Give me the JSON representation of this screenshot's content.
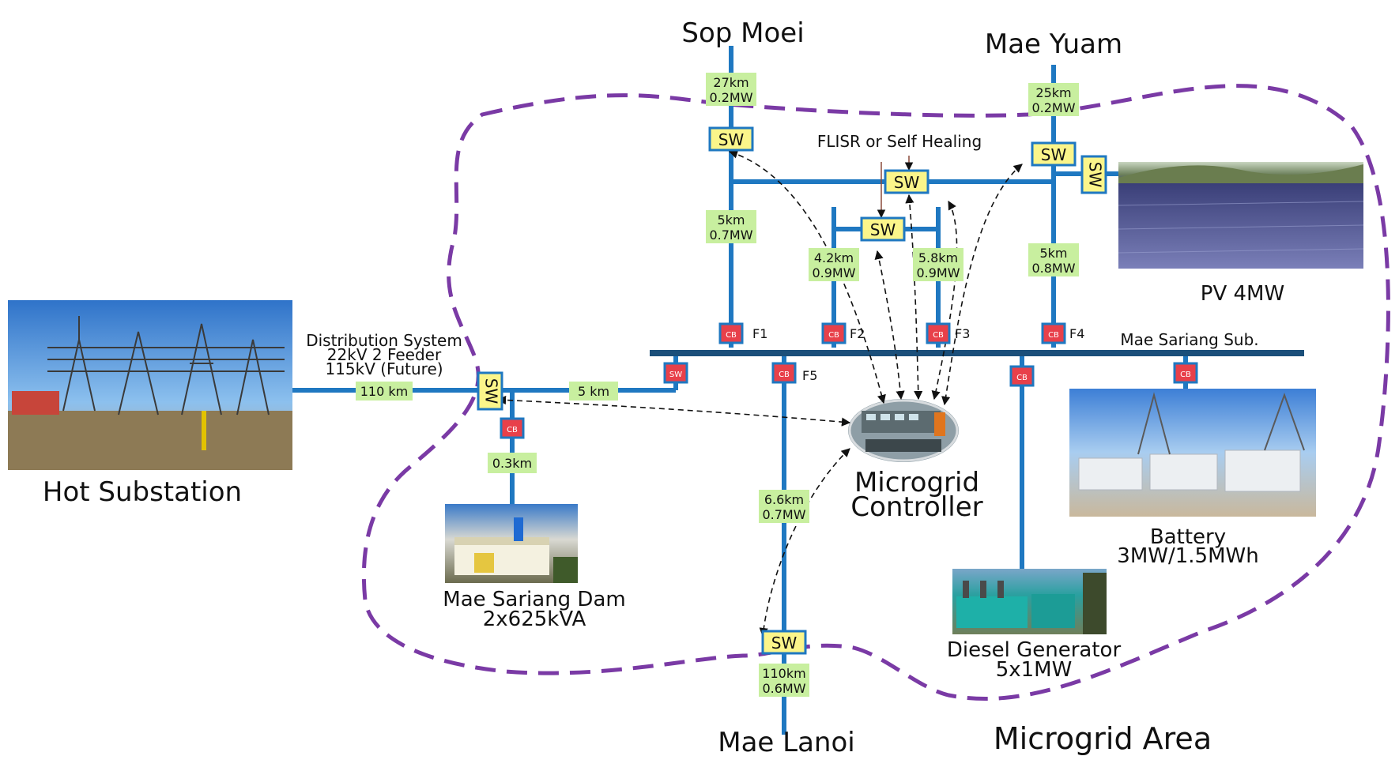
{
  "endpoints": {
    "sop_moei": "Sop Moei",
    "mae_yuam": "Mae Yuam",
    "mae_lanoi": "Mae Lanoi"
  },
  "feeder_tags": {
    "sop_moei": [
      "27km",
      "0.2MW"
    ],
    "mae_yuam": [
      "25km",
      "0.2MW"
    ],
    "f1": [
      "5km",
      "0.7MW"
    ],
    "f2": [
      "4.2km",
      "0.9MW"
    ],
    "f3": [
      "5.8km",
      "0.9MW"
    ],
    "f4": [
      "5km",
      "0.8MW"
    ],
    "f5": [
      "6.6km",
      "0.7MW"
    ],
    "mae_lanoi": [
      "110km",
      "0.6MW"
    ],
    "hot_line": "110 km",
    "tie_line": "5 km",
    "dam_line": "0.3km"
  },
  "feeder_names": {
    "f1": "F1",
    "f2": "F2",
    "f3": "F3",
    "f4": "F4",
    "f5": "F5"
  },
  "device_labels": {
    "sw": "SW",
    "cb": "CB"
  },
  "flisr_label": "FLISR or Self Healing",
  "mae_sariang_sub": "Mae Sariang Sub.",
  "distribution": {
    "line1": "Distribution System",
    "line2": "22kV 2 Feeder",
    "line3": "115kV (Future)"
  },
  "hot_substation": "Hot Substation",
  "pv": "PV 4MW",
  "dam": {
    "line1": "Mae Sariang Dam",
    "line2": "2x625kVA"
  },
  "controller": {
    "line1": "Microgrid",
    "line2": "Controller"
  },
  "battery": {
    "line1": "Battery",
    "line2": "3MW/1.5MWh"
  },
  "diesel": {
    "line1": "Diesel Generator",
    "line2": "5x1MW"
  },
  "area_label": "Microgrid Area",
  "colors": {
    "feeder": "#1f78c1",
    "busbar": "#1b4f7a",
    "switch_fill": "#fbf58a",
    "breaker_fill": "#e8404a",
    "tag_fill": "#c8ef9f",
    "area_boundary": "#7a3aa5"
  }
}
